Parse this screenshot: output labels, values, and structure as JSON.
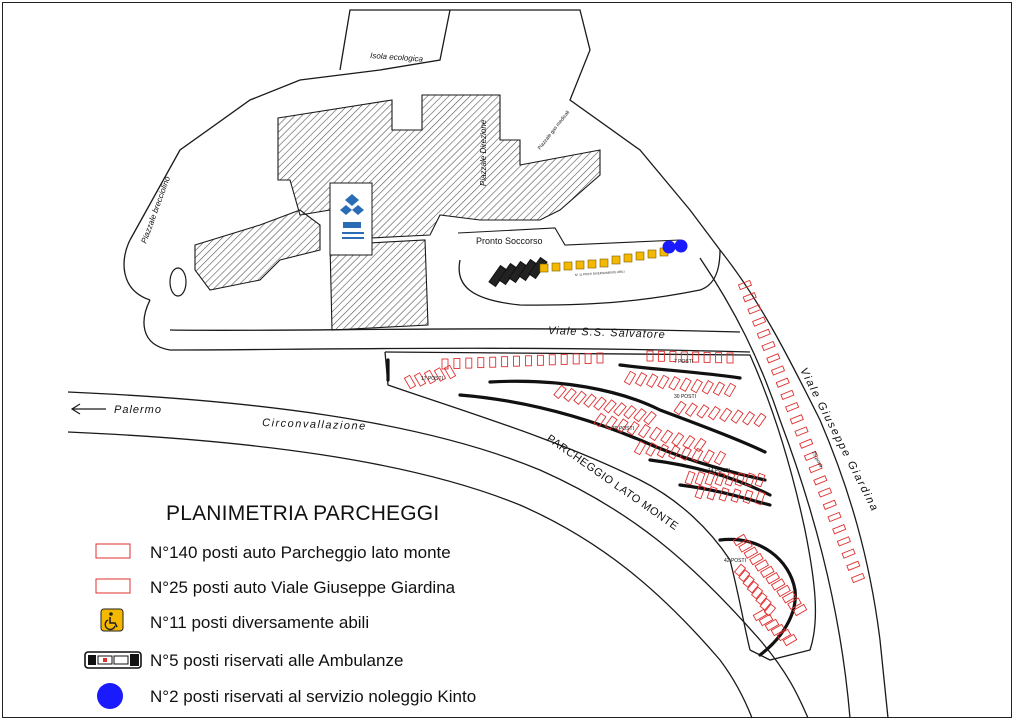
{
  "map": {
    "labels": {
      "isola_ecologica": "Isola ecologica",
      "piazzale_direzione": "Piazzale Direzione",
      "piazzale_gas": "Piazzale gas medicali",
      "piazzale_brecciolino": "Piazzale brecciolino",
      "pronto_soccorso": "Pronto Soccorso",
      "viale_ss_salvatore": "Viale S.S. Salvatore",
      "palermo": "Palermo",
      "circonvallazione": "Circonvallazione",
      "viale_giardina": "Viale Giuseppe Giardina",
      "parcheggio_lato_monte": "PARCHEGGIO LATO MONTE",
      "viale_giardina_posti": "25 posti",
      "posti_17": "17 POSTI",
      "posti_7": "7 POSTI",
      "posti_30": "30 POSTI",
      "posti_30b": "30 POSTI",
      "posti_14": "14 POSTI",
      "posti_42": "42 POSTI",
      "ps_note": "N° 11 POSTI DIVERSAMENTE ABILI"
    },
    "colors": {
      "outline": "#1a1a1a",
      "hatch": "#555555",
      "stall": "#e03030",
      "disabled_fill": "#f5b800",
      "kinto_blue": "#1a1aff",
      "logo_blue": "#2a6db5"
    },
    "icons": {
      "disabled": "wheelchair-icon",
      "ambulance": "ambulance-icon",
      "kinto": "blue-circle-icon",
      "car_stall": "parking-stall-icon",
      "arrow": "arrow-left-icon"
    }
  },
  "legend": {
    "title": "PLANIMETRIA PARCHEGGI",
    "items": [
      {
        "count": "N°140",
        "text": " posti auto Parcheggio lato monte",
        "icon": "parking-stall-icon"
      },
      {
        "count": "N°25",
        "text": " posti auto Viale Giuseppe Giardina",
        "icon": "parking-stall-icon"
      },
      {
        "count": "N°11",
        "text": " posti diversamente abili",
        "icon": "wheelchair-icon"
      },
      {
        "count": "N°5",
        "text": " posti riservati alle Ambulanze",
        "icon": "ambulance-icon"
      },
      {
        "count": "N°2",
        "text": " posti riservati al servizio noleggio Kinto",
        "icon": "blue-circle-icon"
      }
    ]
  }
}
